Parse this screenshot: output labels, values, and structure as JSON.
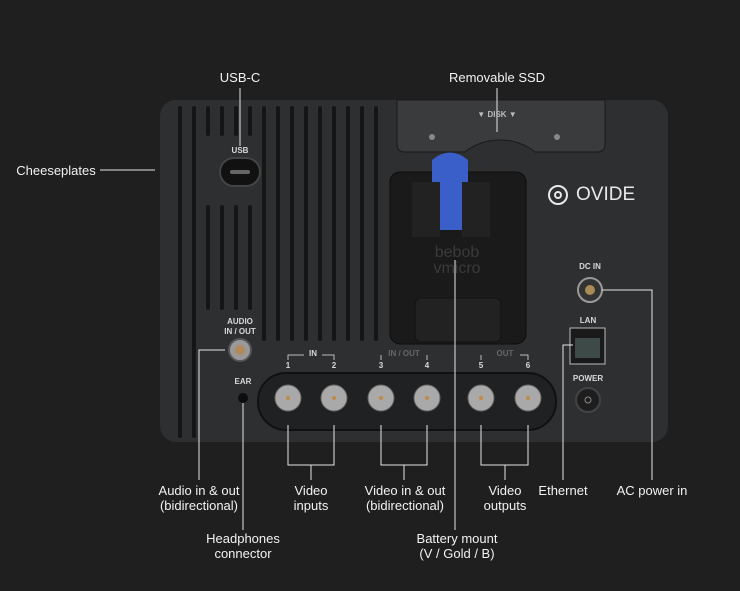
{
  "callouts": {
    "usb_c": "USB-C",
    "removable_ssd": "Removable SSD",
    "cheeseplates": "Cheeseplates",
    "audio": [
      "Audio in & out",
      "(bidirectional)"
    ],
    "headphones": [
      "Headphones",
      "connector"
    ],
    "video_inputs": [
      "Video",
      "inputs"
    ],
    "video_in_out": [
      "Video in & out",
      "(bidirectional)"
    ],
    "video_outputs": [
      "Video",
      "outputs"
    ],
    "ethernet": "Ethernet",
    "ac_power": "AC power in",
    "battery": [
      "Battery mount",
      "(V / Gold / B)"
    ]
  },
  "device": {
    "brand": "OVIDE",
    "usb": "USB",
    "disk": "▼  DISK  ▼",
    "audio_label": [
      "AUDIO",
      "IN / OUT"
    ],
    "ear": "EAR",
    "dc_in": "DC IN",
    "lan": "LAN",
    "power": "POWER",
    "group_in": "IN",
    "group_inout": "IN / OUT",
    "group_out": "OUT",
    "ports": [
      "1",
      "2",
      "3",
      "4",
      "5",
      "6"
    ],
    "plate_text": [
      "bebob",
      "vmicro"
    ]
  },
  "colors": {
    "background": "#1f1f1f",
    "body": "#2e2f31",
    "latch": "#3a5fc8",
    "line": "#e6e6e6"
  }
}
